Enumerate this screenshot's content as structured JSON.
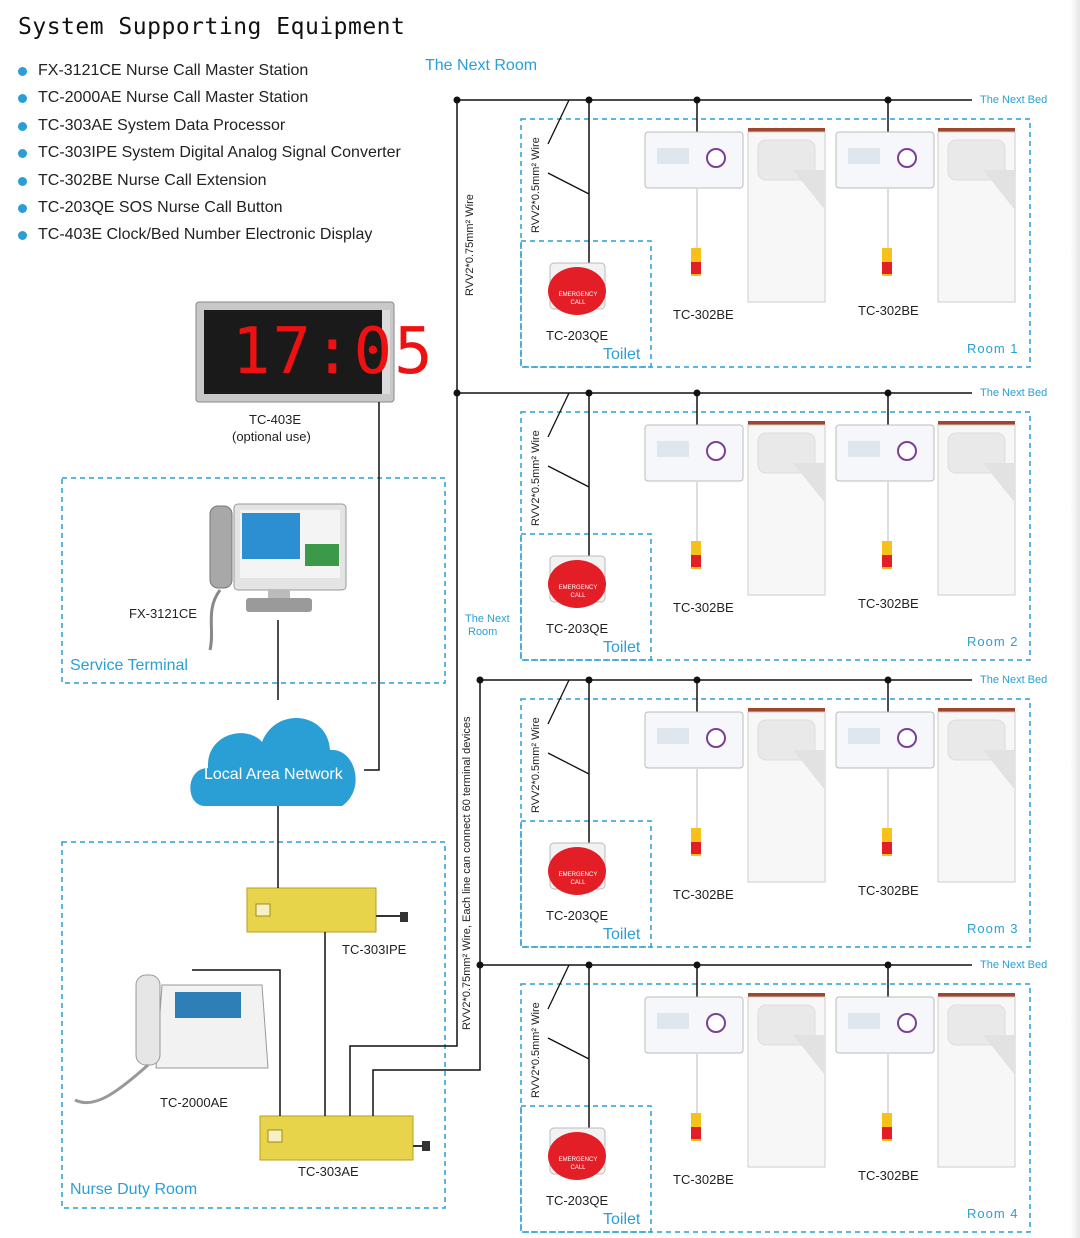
{
  "title": "System Supporting Equipment",
  "equipment": [
    "FX-3121CE Nurse Call Master Station",
    "TC-2000AE Nurse Call Master Station",
    "TC-303AE System Data Processor",
    "TC-303IPE System Digital Analog Signal Converter",
    "TC-302BE Nurse Call Extension",
    "TC-203QE SOS Nurse Call Button",
    "TC-403E Clock/Bed Number Electronic Display"
  ],
  "clock": {
    "model": "TC-403E",
    "note": "(optional use)",
    "time": "17:05"
  },
  "service_terminal": {
    "label": "Service Terminal",
    "device": "FX-3121CE"
  },
  "lan_label": "Local Area Network",
  "nurse_room": {
    "label": "Nurse Duty Room",
    "converter": "TC-303IPE",
    "master": "TC-2000AE",
    "processor": "TC-303AE"
  },
  "next_room": "The Next Room",
  "next_room_small": [
    "The Next",
    "Room"
  ],
  "next_bed": "The Next Bed",
  "wire_main": "RVV2*0.75mm² Wire",
  "wire_main_long": "RVV2*0.75mm² Wire, Each line can connect 60 terminal devices",
  "wire_branch": "RVV2*0.5mm² Wire",
  "extension_model": "TC-302BE",
  "sos_model": "TC-203QE",
  "sos_text": [
    "EMERGENCY",
    "CALL"
  ],
  "toilet_label": "Toilet",
  "rooms": [
    "Room 1",
    "Room 2",
    "Room 3",
    "Room 4"
  ]
}
